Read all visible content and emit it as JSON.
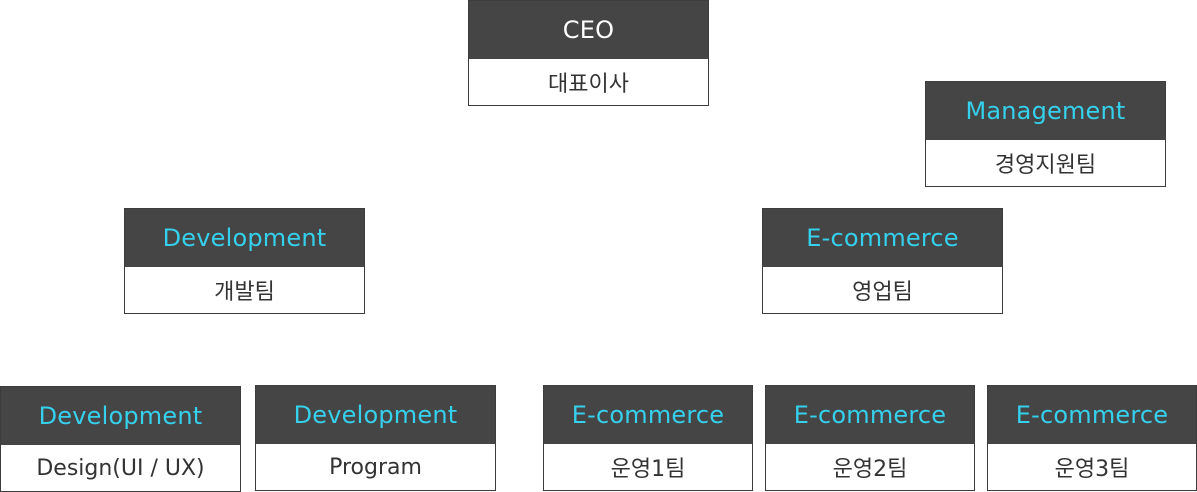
{
  "colors": {
    "header_bg": "#454545",
    "header_text_accent": "#35d0ec",
    "header_text_root": "#ffffff",
    "body_text": "#333333",
    "border": "#3d3d3d"
  },
  "ceo": {
    "title": "CEO",
    "subtitle": "대표이사"
  },
  "management": {
    "title": "Management",
    "subtitle": "경영지원팀"
  },
  "development": {
    "title": "Development",
    "subtitle": "개발팀"
  },
  "ecommerce": {
    "title": "E-commerce",
    "subtitle": "영업팀"
  },
  "dev_design": {
    "title": "Development",
    "subtitle": "Design(UI / UX)"
  },
  "dev_program": {
    "title": "Development",
    "subtitle": "Program"
  },
  "ops1": {
    "title": "E-commerce",
    "subtitle": "운영1팀"
  },
  "ops2": {
    "title": "E-commerce",
    "subtitle": "운영2팀"
  },
  "ops3": {
    "title": "E-commerce",
    "subtitle": "운영3팀"
  }
}
